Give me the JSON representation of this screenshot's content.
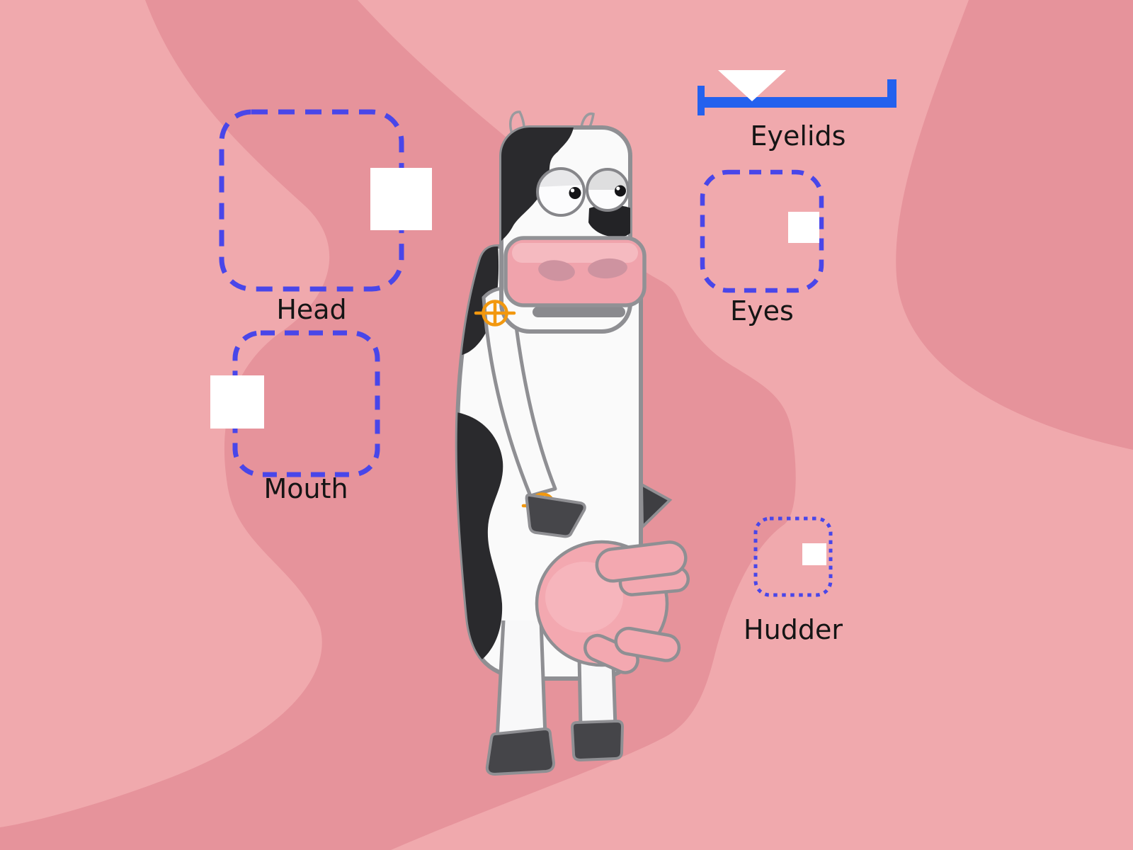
{
  "scene": {
    "labels": {
      "head": "Head",
      "mouth": "Mouth",
      "eyes": "Eyes",
      "eyelids": "Eyelids",
      "hudder": "Hudder"
    },
    "slider": {
      "label": "Eyelids",
      "thumb_fraction": 0.27
    },
    "colors": {
      "background_light_pink": "#f0a9ad",
      "background_dark_pink": "#e6939b",
      "zone_dash_blue": "#4946e9",
      "slider_blue": "#2461ee",
      "handle_white": "#ffffff",
      "pin_orange": "#f2980f",
      "label_text": "#151515",
      "cow_white": "#fafafa",
      "cow_outline_gray": "#8f8f93",
      "cow_spot_black": "#2a2a2d",
      "muzzle_pink": "#f0a3ac",
      "nostril_mauve": "#ce93a0",
      "udder_pink": "#f3a8b0",
      "hoof_dark_gray": "#46464a"
    }
  }
}
